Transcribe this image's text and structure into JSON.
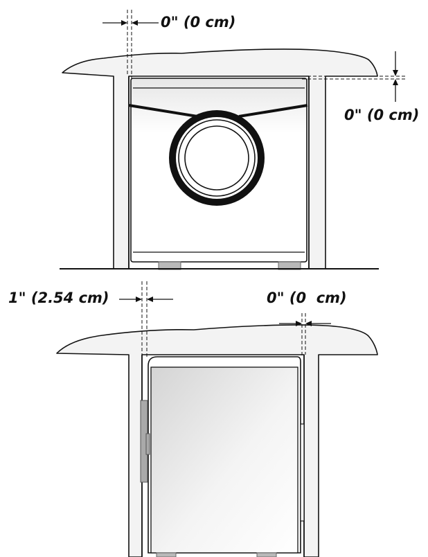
{
  "front_view": {
    "side_clearance": "0\" (0 cm)",
    "top_clearance": "0\" (0 cm)"
  },
  "side_view": {
    "rear_clearance": "1\" (2.54 cm)",
    "front_clearance": "0\" (0  cm)"
  },
  "colors": {
    "line": "#111111",
    "counter_fill": "#f3f3f3",
    "panel_fill": "#ffffff",
    "foot_fill": "#b9b9b9",
    "hinge_fill": "#a9a9a9",
    "door_gradient_start": "#d9d9d9",
    "door_gradient_end": "#ffffff"
  },
  "icons": [
    "arrow-right-icon",
    "arrow-left-icon",
    "arrow-down-icon",
    "arrow-up-icon"
  ]
}
